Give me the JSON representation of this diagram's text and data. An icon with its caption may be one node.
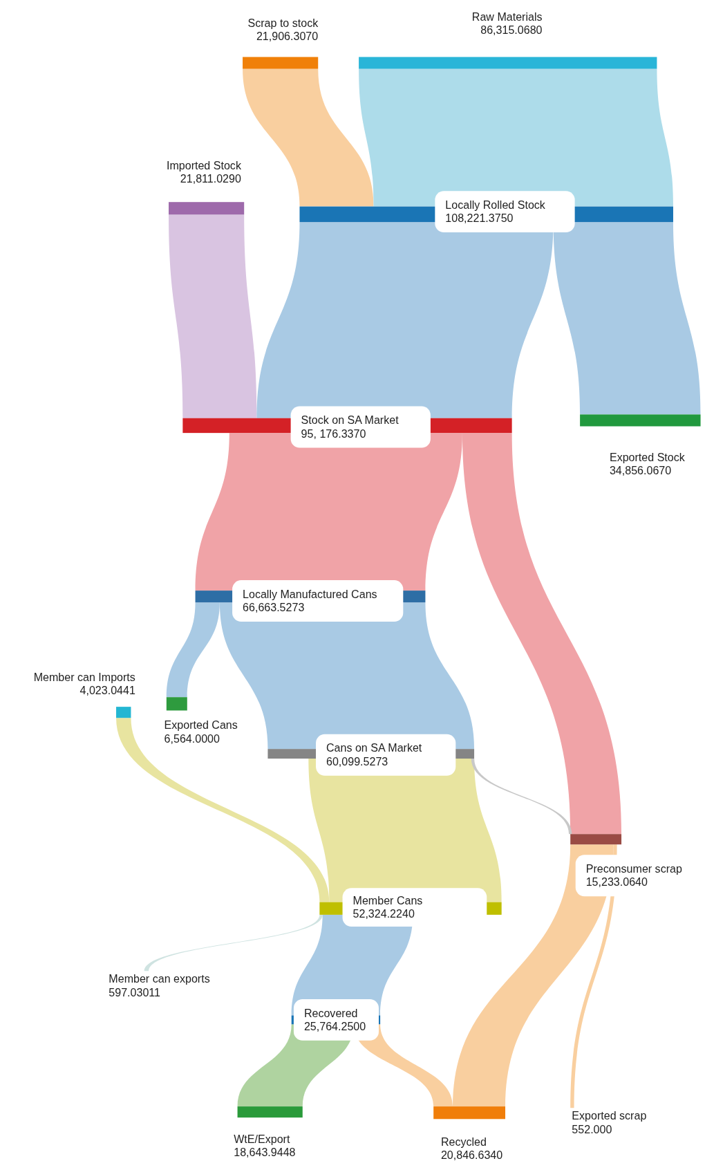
{
  "diagram": {
    "nodes": [
      {
        "text": [
          "Scrap to stock",
          "21,906.3070"
        ]
      },
      {
        "text": [
          "Raw Materials",
          "86,315.0680"
        ]
      },
      {
        "text": [
          "Imported Stock",
          "21,811.0290"
        ]
      },
      {
        "text": [
          "Locally Rolled Stock",
          "108,221.3750"
        ]
      },
      {
        "text": [
          "Stock on SA Market",
          "95, 176.3370"
        ]
      },
      {
        "text": [
          "Exported Stock",
          "34,856.0670"
        ]
      },
      {
        "text": [
          "Locally Manufactured Cans",
          "66,663.5273"
        ]
      },
      {
        "text": [
          "Exported Cans",
          "6,564.0000"
        ]
      },
      {
        "text": [
          "Member can Imports",
          "4,023.0441"
        ]
      },
      {
        "text": [
          "Cans on SA Market",
          "60,099.5273"
        ]
      },
      {
        "text": [
          "Preconsumer scrap",
          "15,233.0640"
        ]
      },
      {
        "text": [
          "Member Cans",
          "52,324.2240"
        ]
      },
      {
        "text": [
          "Member can exports",
          "597.03011"
        ]
      },
      {
        "text": [
          "Recovered",
          "25,764.2500"
        ]
      },
      {
        "text": [
          "WtE/Export",
          "18,643.9448"
        ]
      },
      {
        "text": [
          "Recycled",
          "20,846.6340"
        ]
      },
      {
        "text": [
          "Exported scrap",
          "552.000"
        ]
      }
    ],
    "edges": [
      {
        "from": 0,
        "to": 3,
        "arrow": "none",
        "color": "#f9cf9f"
      },
      {
        "from": 1,
        "to": 3,
        "arrow": "none",
        "color": "#addcea"
      },
      {
        "from": 2,
        "to": 4,
        "arrow": "none",
        "color": "#d9c4e1"
      },
      {
        "from": 3,
        "to": 4,
        "arrow": "none",
        "color": "#a9cae4"
      },
      {
        "from": 3,
        "to": 5,
        "arrow": "none",
        "color": "#a9cae4"
      },
      {
        "from": 4,
        "to": 6,
        "arrow": "none",
        "color": "#f0a3a7"
      },
      {
        "from": 4,
        "to": 10,
        "arrow": "none",
        "color": "#f0a3a7"
      },
      {
        "from": 6,
        "to": 7,
        "arrow": "none",
        "color": "#a9cae4"
      },
      {
        "from": 6,
        "to": 9,
        "arrow": "none",
        "color": "#a9cae4"
      },
      {
        "from": 9,
        "to": 11,
        "arrow": "none",
        "color": "#e8e4a0"
      },
      {
        "from": 9,
        "to": 10,
        "arrow": "none",
        "color": "#c8c8c8"
      },
      {
        "from": 8,
        "to": 11,
        "arrow": "none",
        "color": "#e8e4a0"
      },
      {
        "from": 11,
        "to": 12,
        "arrow": "none",
        "color": "#cfe3e1"
      },
      {
        "from": 11,
        "to": 13,
        "arrow": "none",
        "color": "#a9cae4"
      },
      {
        "from": 13,
        "to": 14,
        "arrow": "none",
        "color": "#afd3a0"
      },
      {
        "from": 13,
        "to": 15,
        "arrow": "none",
        "color": "#f9cf9f"
      },
      {
        "from": 10,
        "to": 15,
        "arrow": "none",
        "color": "#f9cf9f"
      },
      {
        "from": 10,
        "to": 16,
        "arrow": "none",
        "color": "#f9cf9f"
      }
    ]
  }
}
